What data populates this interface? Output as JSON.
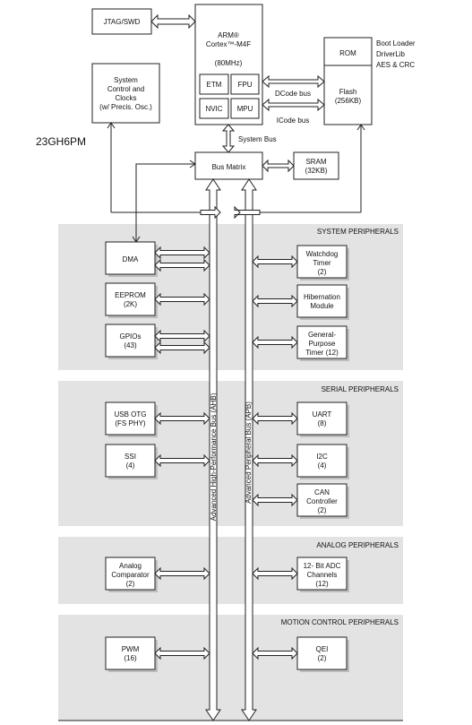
{
  "chip_label": "23GH6PM",
  "core": {
    "title_line1": "ARM®",
    "title_line2": "Cortex™-M4F",
    "freq": "(80MHz)",
    "etm": "ETM",
    "fpu": "FPU",
    "nvic": "NVIC",
    "mpu": "MPU"
  },
  "jtag": "JTAG/SWD",
  "sysctl": {
    "line1": "System",
    "line2": "Control and",
    "line3": "Clocks",
    "line4": "(w/ Precis. Osc.)"
  },
  "rom": "ROM",
  "rom_notes": {
    "line1": "Boot Loader",
    "line2": "DriverLib",
    "line3": "AES & CRC"
  },
  "flash": {
    "line1": "Flash",
    "line2": "(256KB)"
  },
  "dcode": "DCode bus",
  "icode": "ICode bus",
  "system_bus": "System Bus",
  "bus_matrix": "Bus Matrix",
  "sram": {
    "line1": "SRAM",
    "line2": "(32KB)"
  },
  "ahb_label": "Advanced High-Performance Bus (AHB)",
  "apb_label": "Advanced Peripheral Bus (APB)",
  "sections": {
    "system": "SYSTEM PERIPHERALS",
    "serial": "SERIAL PERIPHERALS",
    "analog": "ANALOG PERIPHERALS",
    "motion": "MOTION CONTROL PERIPHERALS"
  },
  "blocks": {
    "dma": "DMA",
    "eeprom": {
      "line1": "EEPROM",
      "line2": "(2K)"
    },
    "gpio": {
      "line1": "GPIOs",
      "line2": "(43)"
    },
    "watchdog": {
      "line1": "Watchdog",
      "line2": "Timer",
      "line3": "(2)"
    },
    "hibernation": {
      "line1": "Hibernation",
      "line2": "Module"
    },
    "gptimer": {
      "line1": "General-",
      "line2": "Purpose",
      "line3": "Timer (12)"
    },
    "usb": {
      "line1": "USB OTG",
      "line2": "(FS PHY)"
    },
    "ssi": {
      "line1": "SSI",
      "line2": "(4)"
    },
    "uart": {
      "line1": "UART",
      "line2": "(8)"
    },
    "i2c": {
      "line1": "I2C",
      "line2": "(4)"
    },
    "can": {
      "line1": "CAN",
      "line2": "Controller",
      "line3": "(2)"
    },
    "comparator": {
      "line1": "Analog",
      "line2": "Comparator",
      "line3": "(2)"
    },
    "adc": {
      "line1": "12- Bit ADC",
      "line2": "Channels",
      "line3": "(12)"
    },
    "pwm": {
      "line1": "PWM",
      "line2": "(16)"
    },
    "qei": {
      "line1": "QEI",
      "line2": "(2)"
    }
  }
}
